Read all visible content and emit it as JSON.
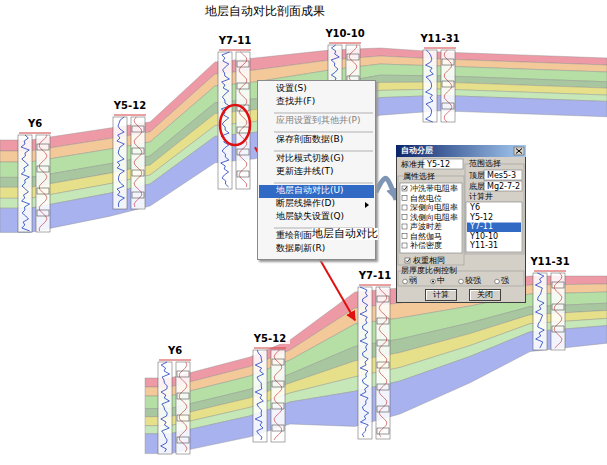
{
  "diagram": {
    "title": "地层自动对比剖面成果",
    "nodes": [
      {
        "text": [
          "Y6"
        ]
      },
      {
        "text": [
          "Y5-12"
        ]
      },
      {
        "text": [
          "Y7-11"
        ]
      },
      {
        "text": [
          "Y10-10"
        ]
      },
      {
        "text": [
          "Y11-31"
        ]
      },
      {
        "text": [
          "设置(S)",
          "查找井(F)",
          "应用设置到其他井(P)",
          "保存剖面数据(B)",
          "对比模式切换(G)",
          "更新连井线(T)",
          "地层自动对比(U)",
          "断层线操作(D)",
          "地层缺失设置(Q)",
          "重绘剖面(Z)",
          "数据刷新(R)"
        ]
      },
      {
        "text": [
          "自动分层",
          "标准井",
          "Y5-12",
          "属性选择",
          "冲洗带电阻率",
          "自然电位",
          "深侧向电阻率",
          "浅侧向电阻率",
          "声波时差",
          "自然伽马",
          "补偿密度",
          "权重相同",
          "范围选择",
          "顶层",
          "Mes5-3",
          "底层",
          "Mg2-7-2",
          "计算井",
          "Y6",
          "Y5-12",
          "Y7-11",
          "Y10-10",
          "Y11-31",
          "层厚度比例控制",
          "弱",
          "中",
          "较强",
          "强"
        ]
      },
      {
        "text": [
          "计算"
        ],
        "in": 6
      },
      {
        "text": [
          "关闭"
        ],
        "in": 6
      },
      {
        "text": [
          "Y6"
        ]
      },
      {
        "text": [
          "Y5-12"
        ]
      },
      {
        "text": [
          "Y7-11"
        ]
      },
      {
        "text": [
          "Y11-31"
        ]
      }
    ],
    "edges": [
      {
        "from": 2,
        "to": 11,
        "arrow": "to"
      },
      {
        "from": 5,
        "to": 6,
        "arrow": "to"
      }
    ],
    "labels": [
      "地层自动对比"
    ]
  }
}
